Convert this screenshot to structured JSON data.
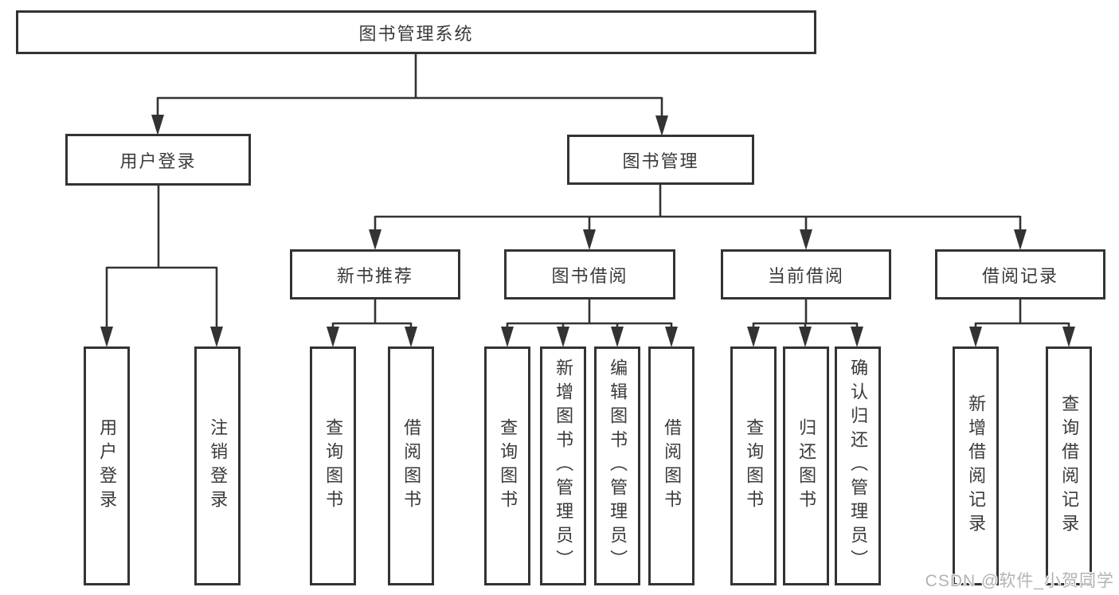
{
  "diagram": {
    "tree": {
      "label": "图书管理系统",
      "children": [
        {
          "label": "用户登录",
          "children": [
            {
              "label": "用户登录"
            },
            {
              "label": "注销登录"
            }
          ]
        },
        {
          "label": "图书管理",
          "children": [
            {
              "label": "新书推荐",
              "children": [
                {
                  "label": "查询图书"
                },
                {
                  "label": "借阅图书"
                }
              ]
            },
            {
              "label": "图书借阅",
              "children": [
                {
                  "label": "查询图书"
                },
                {
                  "label": "新增图书（管理员）"
                },
                {
                  "label": "编辑图书（管理员）"
                },
                {
                  "label": "借阅图书"
                }
              ]
            },
            {
              "label": "当前借阅",
              "children": [
                {
                  "label": "查询图书"
                },
                {
                  "label": "归还图书"
                },
                {
                  "label": "确认归还（管理员）"
                }
              ]
            },
            {
              "label": "借阅记录",
              "children": [
                {
                  "label": "新增借阅记录"
                },
                {
                  "label": "查询借阅记录"
                }
              ]
            }
          ]
        }
      ]
    },
    "line_color": "#333333",
    "box_border_color": "#333333",
    "text_color": "#3a3a3a"
  },
  "watermark": {
    "text": "CSDN @软件_小贺同学",
    "color": "#b3b3b3"
  }
}
